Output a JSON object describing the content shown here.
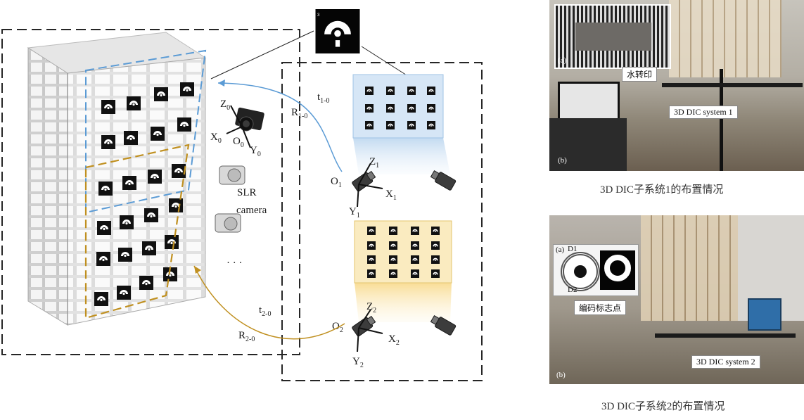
{
  "marker_number": "3",
  "world_frame": {
    "origin": "O",
    "origin_sub": "0",
    "x": "X",
    "x_sub": "0",
    "y": "Y",
    "y_sub": "0",
    "z": "Z",
    "z_sub": "0"
  },
  "camera_label": {
    "line1": "SLR",
    "line2": "camera",
    "ellipsis": "· · ·"
  },
  "system1": {
    "origin": "O",
    "origin_sub": "1",
    "x": "X",
    "x_sub": "1",
    "y": "Y",
    "y_sub": "1",
    "z": "Z",
    "z_sub": "1",
    "t": "t",
    "t_sub": "1-0",
    "r": "R",
    "r_sub": "1-0"
  },
  "system2": {
    "origin": "O",
    "origin_sub": "2",
    "x": "X",
    "x_sub": "2",
    "y": "Y",
    "y_sub": "2",
    "z": "Z",
    "z_sub": "2",
    "t": "t",
    "t_sub": "2-0",
    "r": "R",
    "r_sub": "2-0"
  },
  "photo1": {
    "inset_label": "(a)",
    "main_label": "(b)",
    "tag1": "水转印",
    "tag2": "3D DIC system 1"
  },
  "photo2": {
    "inset_label": "(a)",
    "main_label": "(b)",
    "inset_d1": "D1",
    "inset_d2": "D2",
    "tag1": "编码标志点",
    "tag2": "3D DIC system 2"
  },
  "caption1": "3D DIC子系统1的布置情况",
  "caption2": "3D DIC子系统2的布置情况",
  "colors": {
    "blue": "#5b9bd5",
    "gold": "#c09020",
    "blue_panel": "#d6e6f6",
    "gold_panel": "#faebc0",
    "frame": "#262626"
  },
  "icons": [
    "coded-target-icon",
    "camera-icon",
    "dic-camera-icon"
  ]
}
